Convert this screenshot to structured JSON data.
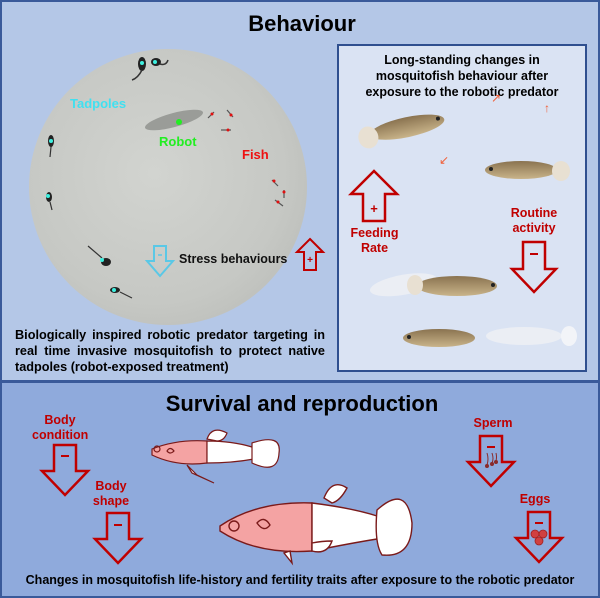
{
  "behaviour": {
    "title": "Behaviour",
    "arena_labels": {
      "tadpoles": "Tadpoles",
      "robot": "Robot",
      "fish": "Fish"
    },
    "stress": {
      "label": "Stress behaviours",
      "tadpole_sign": "-",
      "fish_sign": "+"
    },
    "caption": [
      "Biologically inspired robotic predator targeting in",
      "real time invasive mosquitofish to protect native",
      "tadpoles (robot-exposed treatment)"
    ],
    "inset": {
      "title": [
        "Long-standing changes in",
        "mosquitofish behaviour after",
        "exposure to the robotic predator"
      ],
      "feeding": {
        "label": [
          "Feeding",
          "Rate"
        ],
        "sign": "+",
        "direction": "up"
      },
      "routine": {
        "label": [
          "Routine",
          "activity"
        ],
        "sign": "–",
        "direction": "down"
      }
    }
  },
  "survival": {
    "title": "Survival and reproduction",
    "traits": [
      {
        "label": [
          "Body",
          "condition"
        ],
        "sign": "–",
        "direction": "down"
      },
      {
        "label": [
          "Body",
          "shape"
        ],
        "sign": "–",
        "direction": "down"
      },
      {
        "label": [
          "Sperm"
        ],
        "sign": "–",
        "direction": "down"
      },
      {
        "label": [
          "Eggs"
        ],
        "sign": "–",
        "direction": "down"
      }
    ],
    "caption": "Changes in mosquitofish life-history and fertility traits after exposure to the robotic predator"
  },
  "colors": {
    "red": "#c00000",
    "cyan": "#40e0f0",
    "green": "#22ee22",
    "fish_label": "#ee1111"
  }
}
